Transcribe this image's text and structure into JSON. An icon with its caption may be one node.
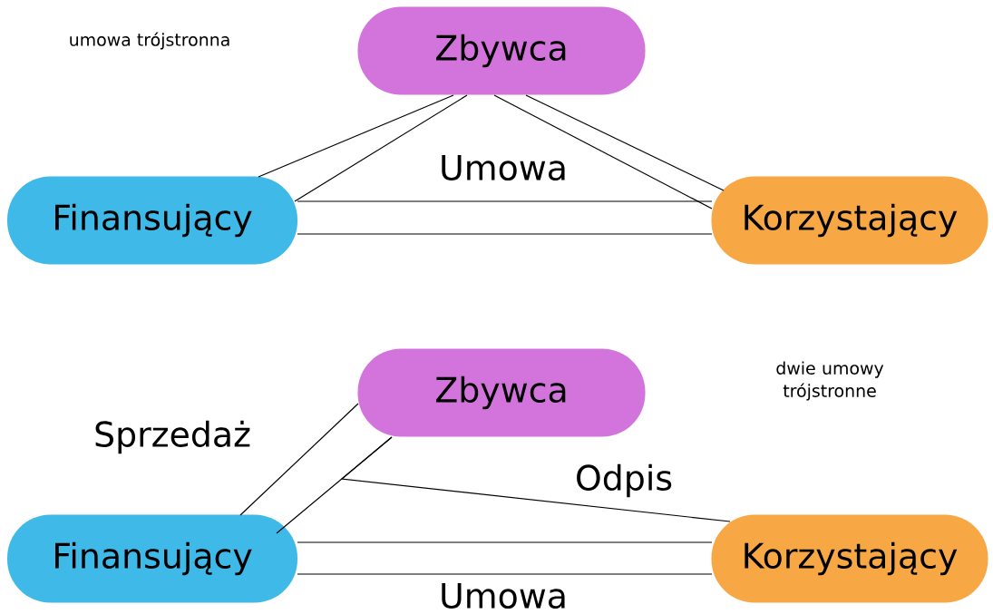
{
  "diagram": {
    "nodes": [
      {
        "text": [
          "Zbywca"
        ]
      },
      {
        "text": [
          "Finansujący"
        ]
      },
      {
        "text": [
          "Korzystający"
        ]
      },
      {
        "text": [
          "Zbywca"
        ]
      },
      {
        "text": [
          "Finansujący"
        ]
      },
      {
        "text": [
          "Korzystający"
        ]
      }
    ],
    "edges": [
      {
        "from": 0,
        "to": 1,
        "arrow": "none"
      },
      {
        "from": 0,
        "to": 1,
        "arrow": "none"
      },
      {
        "from": 0,
        "to": 2,
        "arrow": "none"
      },
      {
        "from": 0,
        "to": 2,
        "arrow": "none"
      },
      {
        "from": 1,
        "to": 2,
        "arrow": "none",
        "label": "Umowa"
      },
      {
        "from": 1,
        "to": 2,
        "arrow": "none"
      },
      {
        "from": 3,
        "to": 4,
        "arrow": "none",
        "label": "Sprzedaż"
      },
      {
        "from": 3,
        "to": 4,
        "arrow": "none"
      },
      {
        "from": 3,
        "to": 5,
        "arrow": "none",
        "label": "Odpis"
      },
      {
        "from": 4,
        "to": 5,
        "arrow": "none"
      },
      {
        "from": 4,
        "to": 5,
        "arrow": "none",
        "label": "Umowa"
      }
    ],
    "labels": [
      "umowa trójstronna",
      "dwie umowy trójstronne"
    ]
  }
}
